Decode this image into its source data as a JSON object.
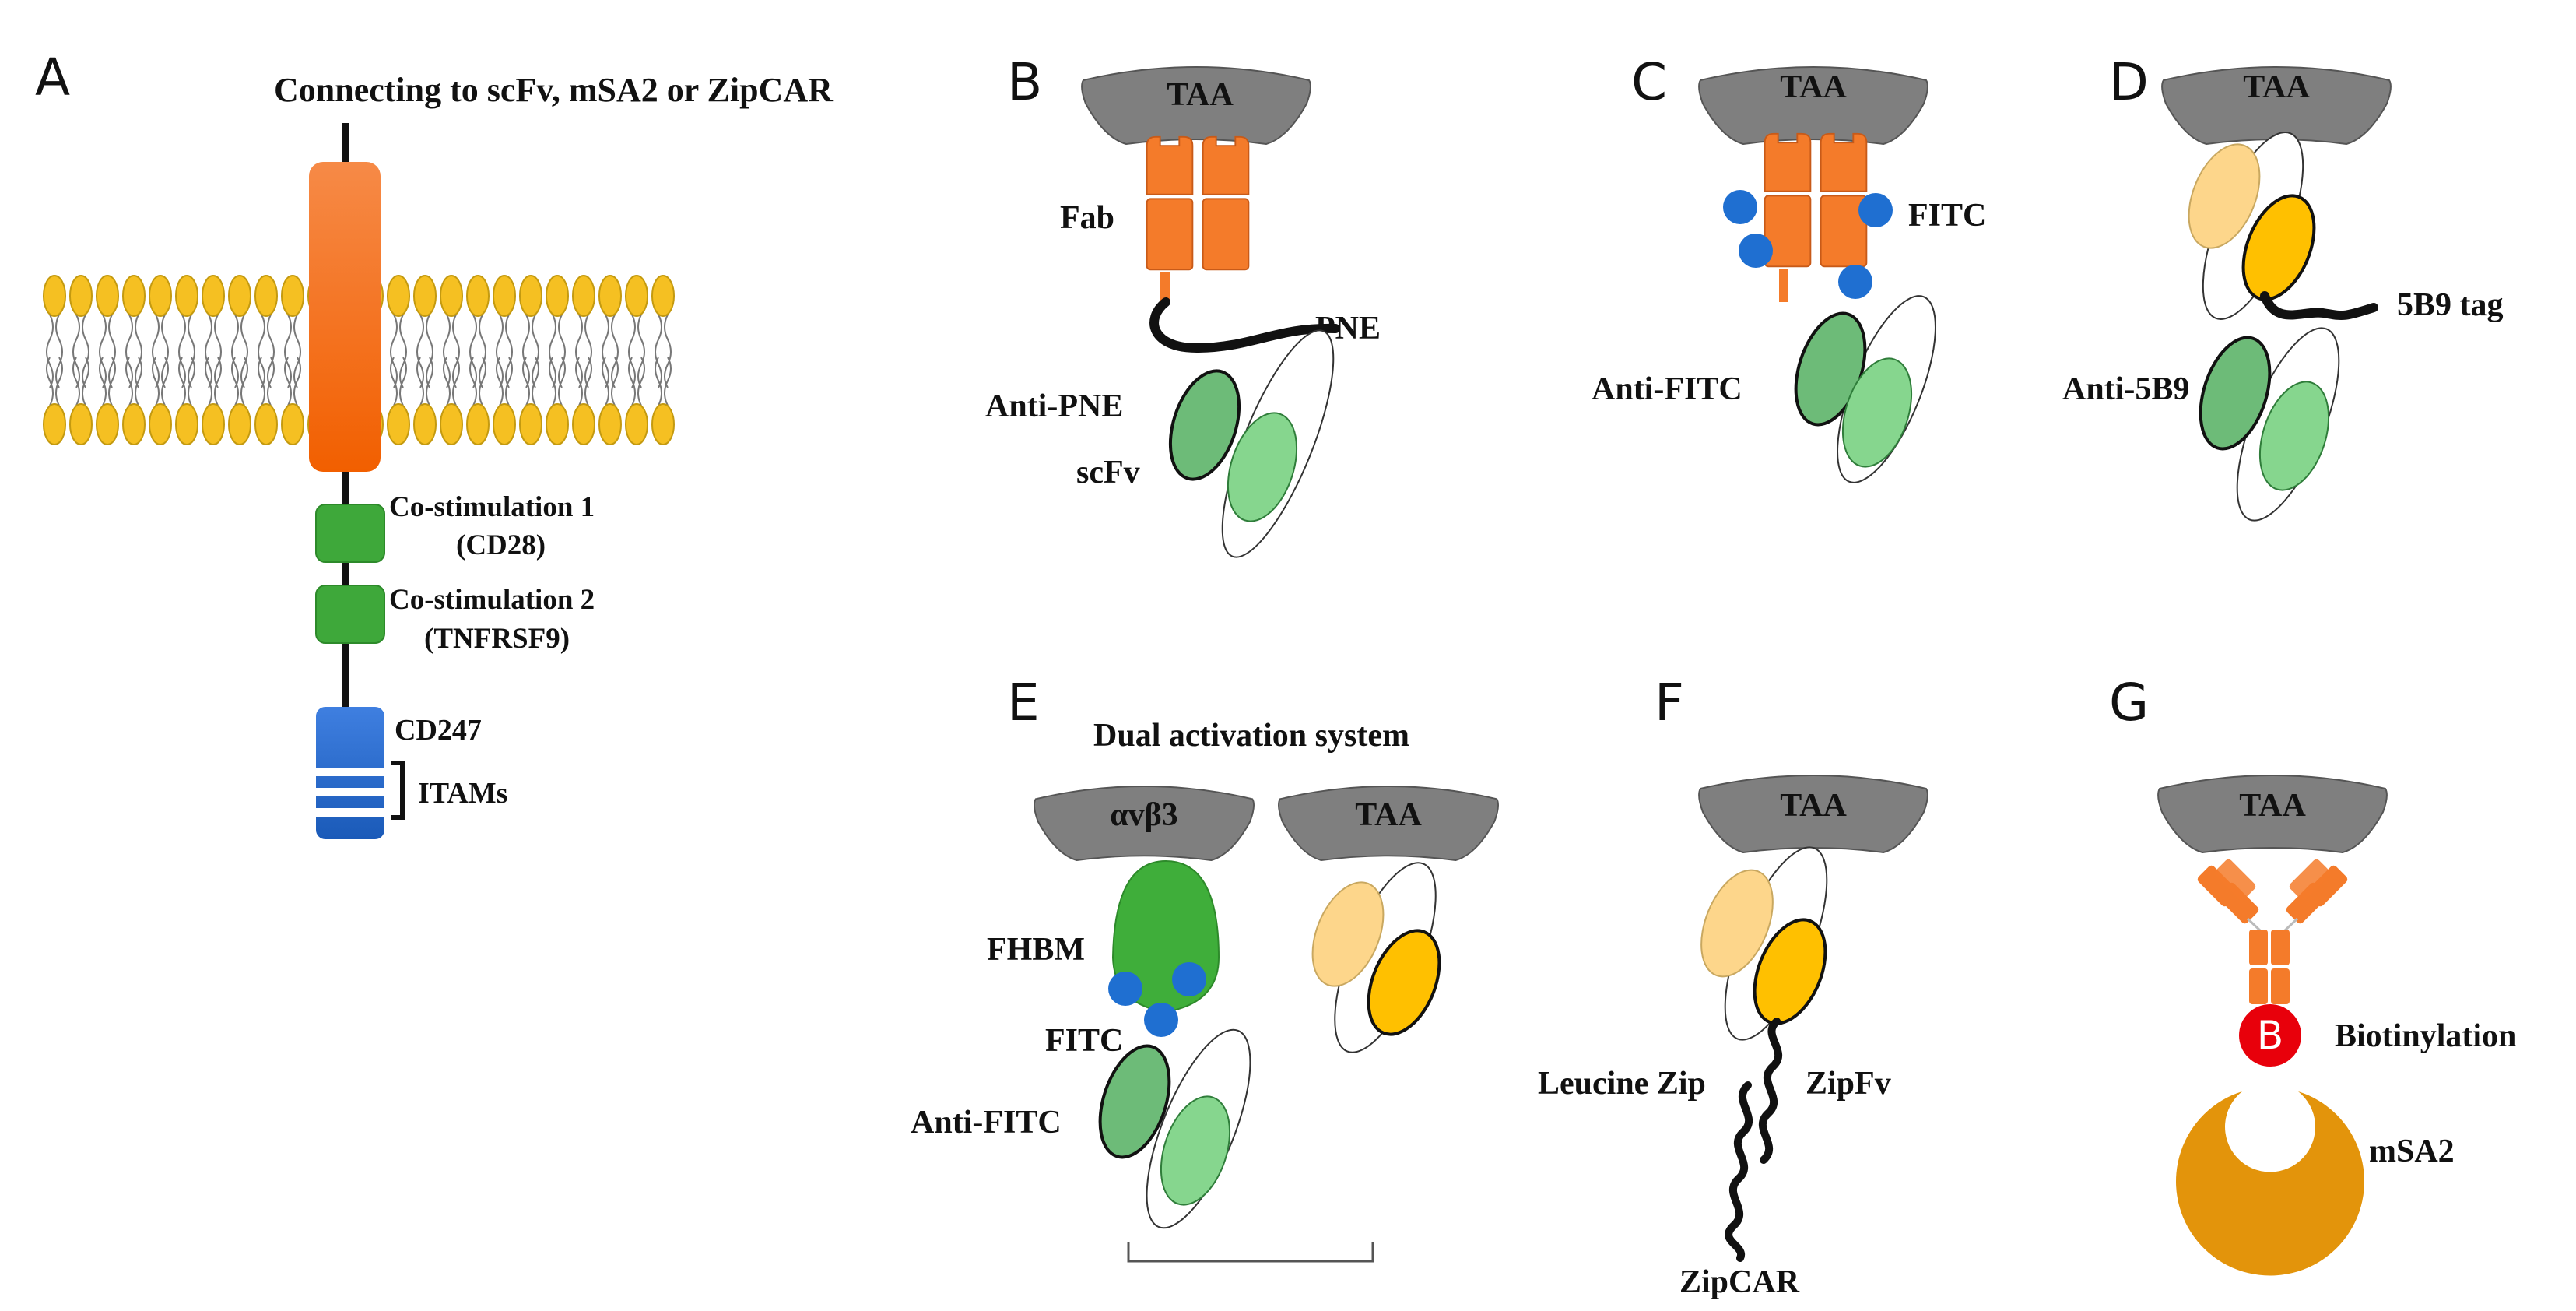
{
  "panels": {
    "a": {
      "letter": "A",
      "title": "Connecting to scFv, mSA2 or ZipCAR",
      "costim1": "Co-stimulation 1",
      "costim1_sub": "(CD28)",
      "costim2": "Co-stimulation 2",
      "costim2_sub": "(TNFRSF9)",
      "cd247": "CD247",
      "itams": "ITAMs"
    },
    "b": {
      "letter": "B",
      "antigen": "TAA",
      "fab": "Fab",
      "pne": "PNE",
      "anti": "Anti-PNE",
      "scfv": "scFv"
    },
    "c": {
      "letter": "C",
      "antigen": "TAA",
      "fitc": "FITC",
      "anti": "Anti-FITC"
    },
    "d": {
      "letter": "D",
      "antigen": "TAA",
      "tag": "5B9 tag",
      "anti": "Anti-5B9"
    },
    "e": {
      "letter": "E",
      "title": "Dual activation system",
      "antigen1": "αvβ3",
      "antigen2": "TAA",
      "fhbm": "FHBM",
      "fitc": "FITC",
      "anti": "Anti-FITC"
    },
    "f": {
      "letter": "F",
      "antigen": "TAA",
      "zipfv": "ZipFv",
      "leucine": "Leucine Zip",
      "zipcar": "ZipCAR"
    },
    "g": {
      "letter": "G",
      "antigen": "TAA",
      "biotin_letter": "B",
      "biotinylation": "Biotinylation",
      "msa2": "mSA2"
    }
  },
  "colors": {
    "antigen": "#7f7f7f",
    "fab": "#f47b2a",
    "hapten": "#1f6fd1",
    "scfv_dark_green": "#6dbb78",
    "scfv_light_green": "#86d68e",
    "vh_yellow": "#ffc000",
    "vl_light_yellow": "#fdd68b",
    "fhbm_green": "#3fae3a",
    "costim_green": "#3ea83a",
    "cd247_blue": "#2f6fd0",
    "lipid_head": "#f5c022",
    "biotin_red": "#e8000b",
    "msa2_orange": "#e3940b"
  }
}
